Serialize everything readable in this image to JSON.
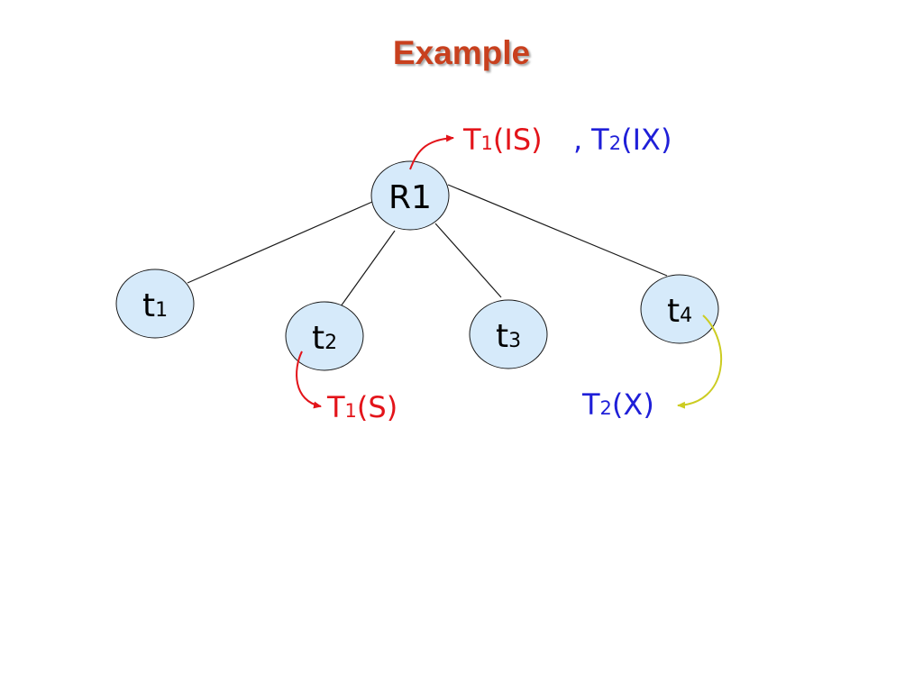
{
  "title": "Example",
  "colors": {
    "title": "#c8401e",
    "node_fill": "#d6eafa",
    "node_stroke": "#1a1a1a",
    "t1_lock": "#e3141a",
    "t2_lock": "#1f1fd8",
    "arrow_red": "#e3141a",
    "arrow_yellow": "#cccc22"
  },
  "nodes": {
    "root": {
      "label": "R1"
    },
    "t1": {
      "base": "t",
      "sub": "1"
    },
    "t2": {
      "base": "t",
      "sub": "2"
    },
    "t3": {
      "base": "t",
      "sub": "3"
    },
    "t4": {
      "base": "t",
      "sub": "4"
    }
  },
  "locks": {
    "root_t1": {
      "txn": "T",
      "sub": "1",
      "mode": "(IS)"
    },
    "root_sep": ",",
    "root_t2": {
      "txn": "T",
      "sub": "2",
      "mode": "(IX)"
    },
    "t2_t1": {
      "txn": "T",
      "sub": "1",
      "mode": "(S)"
    },
    "t4_t2": {
      "txn": "T",
      "sub": "2",
      "mode": "(X)"
    }
  }
}
